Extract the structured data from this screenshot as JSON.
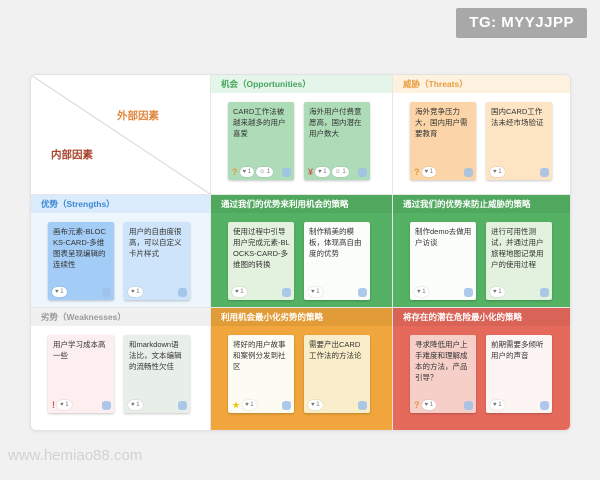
{
  "page": {
    "tg_label": "TG: MYYJJPP",
    "watermark": "www.hemiao88.com"
  },
  "icons": {
    "question-icon": {
      "glyph": "?",
      "color": "#e8963d"
    },
    "money-icon": {
      "glyph": "¥",
      "color": "#d9534f"
    },
    "star-icon": {
      "glyph": "★",
      "color": "#f2c200"
    },
    "exclamation-icon": {
      "glyph": "!",
      "color": "#d9534f"
    }
  },
  "matrix": {
    "corner": {
      "external": "外部因素",
      "internal": "内部因素"
    },
    "opportunities": {
      "title": "机会（Opportunities）",
      "notes": [
        {
          "text": "CARD工作法被越来越多的用户喜爱",
          "icon": "question-icon",
          "reactions": [
            "♥ 1",
            "☺ 1"
          ]
        },
        {
          "text": "海外用户付费意愿高，国内潜在用户数大",
          "icon": "money-icon",
          "reactions": [
            "♥ 1",
            "☺ 1"
          ]
        }
      ]
    },
    "threats": {
      "title": "威胁（Threats）",
      "notes": [
        {
          "text": "海外竞争压力大，国内用户需要教育",
          "icon": "question-icon",
          "reactions": [
            "♥ 1"
          ]
        },
        {
          "text": "国内CARD工作法未经市场验证",
          "reactions": [
            "♥ 1"
          ]
        }
      ]
    },
    "strengths": {
      "title": "优势（Strengths）",
      "notes": [
        {
          "text": "画布元素-BLOCKS-CARD-多维图表呈现编辑的连续性",
          "reactions": [
            "♥ 1"
          ]
        },
        {
          "text": "用户的自由度很高，可以自定义卡片样式",
          "reactions": [
            "♥ 1"
          ]
        }
      ]
    },
    "so_strategy": {
      "title": "通过我们的优势来利用机会的策略",
      "notes": [
        {
          "text": "使用过程中引导用户完成元素-BLOCKS-CARD-多维图的转换",
          "reactions": [
            "♥ 1"
          ]
        },
        {
          "text": "制作精美的模板，体现高自由度的优势",
          "reactions": [
            "♥ 1"
          ]
        }
      ]
    },
    "st_strategy": {
      "title": "通过我们的优势来防止威胁的策略",
      "notes": [
        {
          "text": "制作demo去做用户访谈",
          "reactions": [
            "♥ 1"
          ]
        },
        {
          "text": "进行可用性测试，并通过用户旅程地图记录用户的使用过程",
          "reactions": [
            "♥ 1"
          ]
        }
      ]
    },
    "weaknesses": {
      "title": "劣势（Weaknesses）",
      "notes": [
        {
          "text": "用户学习成本高一些",
          "icon": "exclamation-icon",
          "reactions": [
            "♥ 1"
          ]
        },
        {
          "text": "和markdown语法比，文本编辑的流畅性欠佳",
          "reactions": [
            "♥ 1"
          ]
        }
      ]
    },
    "wo_strategy": {
      "title": "利用机会最小化劣势的策略",
      "notes": [
        {
          "text": "将好的用户故事和案例分发到社区",
          "icon": "star-icon",
          "reactions": [
            "♥ 1"
          ]
        },
        {
          "text": "需要产出CARD工作法的方法论",
          "reactions": [
            "♥ 1"
          ]
        }
      ]
    },
    "wt_strategy": {
      "title": "将存在的潜在危险最小化的策略",
      "notes": [
        {
          "text": "寻求降低用户上手难度和理解成本的方法，产品引导？",
          "icon": "question-icon",
          "reactions": [
            "♥ 1"
          ]
        },
        {
          "text": "前期需要多倾听用户的声音",
          "reactions": [
            "♥ 1"
          ]
        }
      ]
    }
  }
}
